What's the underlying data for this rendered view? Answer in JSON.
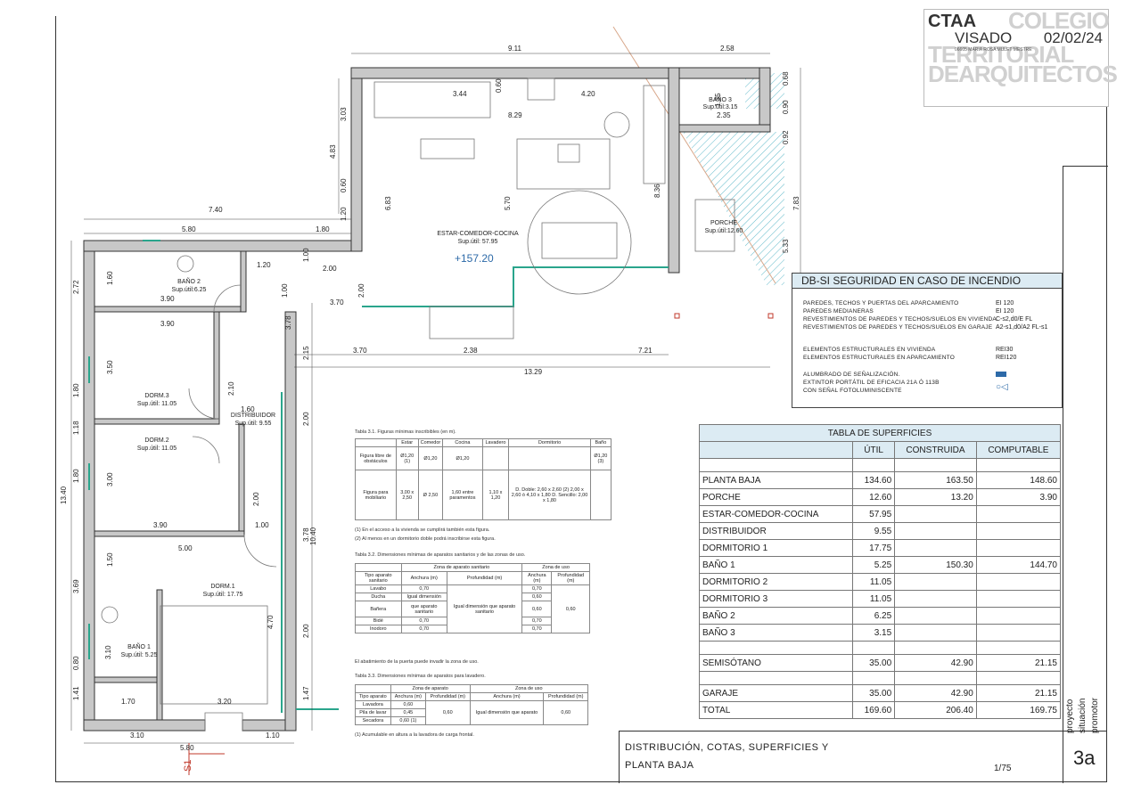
{
  "stamp": {
    "ctaa": "CTAA",
    "visado": "VISADO",
    "date": "02/02/24",
    "colegio": "COLEGIO",
    "territorial": "TERRITORIAL",
    "de_arquitectos": "DEARQUITECTOS",
    "architect": "06605 MARIA ROSA MULET MESTRE"
  },
  "plan": {
    "dims": {
      "d911": "9.11",
      "d258": "2.58",
      "d740": "7.40",
      "d580": "5.80",
      "d180": "1.80",
      "d120a": "1.20",
      "d200": "2.00",
      "d370": "3.70",
      "d238": "2.38",
      "d721": "7.21",
      "d1329": "13.29",
      "d370b": "3.70",
      "d160": "1.60",
      "d390a": "3.90",
      "d390b": "3.90",
      "d390c": "3.90",
      "d500": "5.00",
      "d100": "1.00",
      "d170": "1.70",
      "d320": "3.20",
      "d310": "3.10",
      "d110": "1.10",
      "d580b": "5.80",
      "d829": "8.29",
      "d420": "4.20",
      "d344": "3.44",
      "d060": "0.60",
      "d303": "3.03",
      "d483": "4.83",
      "d683": "6.83",
      "d570": "5.70",
      "d836": "8.36",
      "d783": "7.83",
      "d533": "5.33",
      "d068": "0.68",
      "d090": "0.90",
      "d092": "0.92",
      "d135": "1.35",
      "d235": "2.35",
      "d1340": "13.40",
      "d272": "2.72",
      "d180b": "1.80",
      "d118": "1.18",
      "d180c": "1.80",
      "d369": "3.69",
      "d080": "0.80",
      "d141": "1.41",
      "d378": "3.78",
      "d215": "2.15",
      "d200b": "2.00",
      "d378b": "3.78",
      "d1040": "10.40",
      "d200c": "2.00",
      "d147": "1.47",
      "d350": "3.50",
      "d300": "3.00",
      "d210": "2.10",
      "d200d": "2.00",
      "d470": "4.70",
      "d310b": "3.10",
      "d150": "1.50",
      "d100b": "1.00",
      "d100c": "1.00",
      "d160b": "1.60",
      "d200e": "2.00"
    },
    "rooms": {
      "estar": "ESTAR-COMEDOR-COCINA",
      "estar_sup": "Sup.útil: 57.95",
      "elev": "+157.20",
      "bano2": "BAÑO 2",
      "bano2_sup": "Sup.útil:6.25",
      "bano3": "BAÑO 3",
      "bano3_sup": "Sup.útil:3.15",
      "porche": "PORCHE",
      "porche_sup": "Sup.útil:12.60",
      "dorm3": "DORM.3",
      "dorm3_sup": "Sup.útil: 11.05",
      "dorm2": "DORM.2",
      "dorm2_sup": "Sup.útil: 11.05",
      "distrib": "DISTRIBUIDOR",
      "distrib_sup": "Sup.útil: 9.55",
      "dorm1": "DORM.1",
      "dorm1_sup": "Sup.útil: 17.75",
      "bano1": "BAÑO 1",
      "bano1_sup": "Sup.útil: 5.25",
      "section": "S1"
    }
  },
  "dbsi": {
    "title": "DB-SI   SEGURIDAD EN CASO DE INCENDIO",
    "rows": [
      {
        "label": "Paredes, techos y puertas del aparcamiento",
        "value": "EI 120"
      },
      {
        "label": "Paredes medianeras",
        "value": "EI 120"
      },
      {
        "label": "Revestimientos de paredes y techos/suelos en vivienda",
        "value": "C-s2,d0/E  FL"
      },
      {
        "label": "Revestimientos de paredes y techos/suelos en garaje",
        "value": "A2-s1,d0/A2 FL-s1"
      },
      {
        "label": "Elementos estructurales en vivienda",
        "value": "REI30"
      },
      {
        "label": "Elementos estructurales en aparcamiento",
        "value": "REI120"
      },
      {
        "label": "Alumbrado de señalización.",
        "value": ""
      },
      {
        "label": "Extintor portátil de eficacia 21A ó 113B",
        "value": ""
      },
      {
        "label": "con señal fotoluminiscente",
        "value": ""
      }
    ]
  },
  "surfaces": {
    "title": "TABLA DE SUPERFICIES",
    "headers": [
      "ÚTIL",
      "CONSTRUIDA",
      "COMPUTABLE"
    ],
    "rows": [
      {
        "name": "PLANTA BAJA",
        "util": "134.60",
        "constr": "163.50",
        "comp": "148.60"
      },
      {
        "name": "PORCHE",
        "util": "12.60",
        "constr": "13.20",
        "comp": "3.90"
      },
      {
        "name": "ESTAR-COMEDOR-COCINA",
        "util": "57.95",
        "constr": "",
        "comp": ""
      },
      {
        "name": "DISTRIBUIDOR",
        "util": "9.55",
        "constr": "",
        "comp": ""
      },
      {
        "name": "DORMITORIO 1",
        "util": "17.75",
        "constr": "",
        "comp": ""
      },
      {
        "name": "BAÑO 1",
        "util": "5.25",
        "constr": "150.30",
        "comp": "144.70"
      },
      {
        "name": "DORMITORIO 2",
        "util": "11.05",
        "constr": "",
        "comp": ""
      },
      {
        "name": "DORMITORIO 3",
        "util": "11.05",
        "constr": "",
        "comp": ""
      },
      {
        "name": "BAÑO 2",
        "util": "6.25",
        "constr": "",
        "comp": ""
      },
      {
        "name": "BAÑO 3",
        "util": "3.15",
        "constr": "",
        "comp": ""
      },
      {
        "name": "SEMISÓTANO",
        "util": "35.00",
        "constr": "42.90",
        "comp": "21.15"
      },
      {
        "name": "GARAJE",
        "util": "35.00",
        "constr": "42.90",
        "comp": "21.15"
      },
      {
        "name": "TOTAL",
        "util": "169.60",
        "constr": "206.40",
        "comp": "169.75"
      }
    ]
  },
  "tabla31": {
    "caption": "Tabla 3.1. Figuras mínimas inscribibles (en m).",
    "headers": [
      "",
      "Estar",
      "Comedor",
      "Cocina",
      "Lavadero",
      "Dormitorio",
      "Baño"
    ],
    "row1": [
      "Figura libre de obstáculos",
      "Ø1,20 (1)",
      "Ø1,20",
      "Ø1,20",
      "",
      "",
      "Ø1,20 (3)"
    ],
    "row2": [
      "Figura para mobiliario",
      "3,00 x 2,50",
      "Ø 2,50",
      "1,60 entre paramentos",
      "1,10 x 1,20",
      "D. Doble: 2,60 x 2,60 (2) 2,00 x 2,60 ó 4,10 x 1,80  D. Sencillo: 2,00 x 1,80",
      ""
    ],
    "note1": "(1) En el acceso a la vivienda se cumplirá también esta figura.",
    "note2": "(2) Al menos en un dormitorio doble podrá inscribirse esta figura."
  },
  "tabla32": {
    "caption": "Tabla 3.2. Dimensiones mínimas de aparatos sanitarios y de las zonas de uso.",
    "group1": "Zona de aparato sanitario",
    "group2": "Zona de uso",
    "headers": [
      "Tipo aparato sanitario",
      "Anchura (m)",
      "Profundidad (m)",
      "Anchura (m)",
      "Profundidad (m)"
    ],
    "rows": [
      [
        "Lavabo",
        "0,70",
        "",
        "0,70",
        ""
      ],
      [
        "Ducha",
        "Igual dimensión",
        "",
        "0,60",
        ""
      ],
      [
        "Bañera",
        "que aparato sanitario",
        "Igual dimensión que aparato sanitario",
        "0,60",
        "0,60"
      ],
      [
        "Bidé",
        "0,70",
        "",
        "0,70",
        ""
      ],
      [
        "Inodoro",
        "0,70",
        "",
        "0,70",
        ""
      ]
    ],
    "note": "El abatimiento de la puerta puede invadir la zona de uso."
  },
  "tabla33": {
    "caption": "Tabla 3.3. Dimensiones mínimas de aparatos para lavadero.",
    "group1": "Zona de aparato",
    "group2": "Zona de uso",
    "headers": [
      "Tipo aparato",
      "Anchura (m)",
      "Profundidad (m)",
      "Anchura (m)",
      "Profundidad (m)"
    ],
    "rows": [
      [
        "Lavadora",
        "0,60",
        "0,60",
        "Igual dimensión que aparato",
        "0,60"
      ],
      [
        "Pila de lavar",
        "0,45",
        "",
        "",
        ""
      ],
      [
        "Secadora",
        "0,60 (1)",
        "",
        "",
        ""
      ]
    ],
    "note": "(1) Acumulable en altura a la lavadora de carga frontal."
  },
  "titleblock": {
    "line1": "DISTRIBUCIÓN, COTAS, SUPERFICIES Y",
    "line2": "PLANTA BAJA",
    "scale": "1/75",
    "sheet": "3a",
    "side": [
      "proyecto",
      "situación",
      "promotor"
    ]
  }
}
